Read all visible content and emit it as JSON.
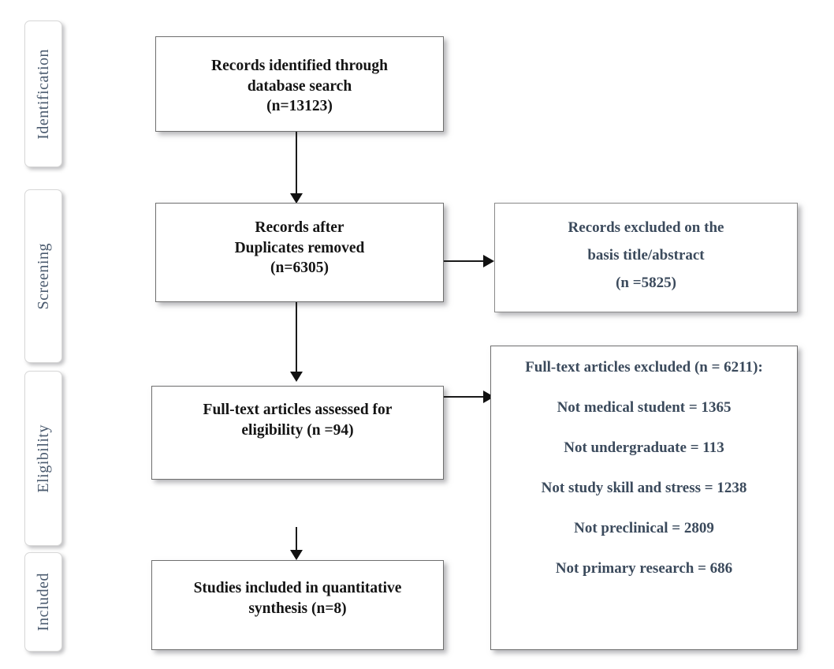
{
  "diagram": {
    "title": "PRISMA study selection flow diagram",
    "type": "flowchart",
    "text_color_primary": "#141414",
    "text_color_secondary": "#3b4a5c",
    "stage_label_color": "#4a5a6e"
  },
  "stages": [
    {
      "label": "Identification"
    },
    {
      "label": "Screening"
    },
    {
      "label": "Eligibility"
    },
    {
      "label": "Included"
    }
  ],
  "boxes": {
    "identified": {
      "line1": "Records identified through",
      "line2": "database search",
      "line3": "(n=13123)"
    },
    "duplicates_removed": {
      "line1": "Records after",
      "line2": "Duplicates removed",
      "line3": "(n=6305)"
    },
    "records_excluded": {
      "line1": "Records excluded on the",
      "line2": "basis title/abstract",
      "line3": "(n =5825)"
    },
    "fulltext_assessed": {
      "line1": "Full-text articles assessed for",
      "line2": "eligibility (n =94)"
    },
    "included": {
      "line1": "Studies included in quantitative",
      "line2": "synthesis (n=8)"
    },
    "fulltext_excluded": {
      "header": "Full-text articles excluded (n = 6211):",
      "reasons": [
        "Not medical student = 1365",
        "Not undergraduate = 113",
        "Not study skill and stress = 1238",
        "Not preclinical = 2809",
        "Not primary research = 686"
      ]
    }
  },
  "chart_data": {
    "type": "flowchart",
    "title": "PRISMA flow diagram",
    "nodes": [
      {
        "id": "identified",
        "stage": "Identification",
        "label": "Records identified through database search",
        "n": 13123
      },
      {
        "id": "duplicates_removed",
        "stage": "Screening",
        "label": "Records after Duplicates removed",
        "n": 6305
      },
      {
        "id": "records_excluded",
        "stage": "Screening",
        "label": "Records excluded on the basis title/abstract",
        "n": 5825
      },
      {
        "id": "fulltext_assessed",
        "stage": "Eligibility",
        "label": "Full-text articles assessed for eligibility",
        "n": 94
      },
      {
        "id": "fulltext_excluded",
        "stage": "Eligibility",
        "label": "Full-text articles excluded",
        "n": 6211
      },
      {
        "id": "included",
        "stage": "Included",
        "label": "Studies included in quantitative synthesis",
        "n": 8
      }
    ],
    "edges": [
      {
        "from": "identified",
        "to": "duplicates_removed",
        "direction": "down"
      },
      {
        "from": "duplicates_removed",
        "to": "records_excluded",
        "direction": "right"
      },
      {
        "from": "duplicates_removed",
        "to": "fulltext_assessed",
        "direction": "down"
      },
      {
        "from": "fulltext_assessed",
        "to": "fulltext_excluded",
        "direction": "right"
      },
      {
        "from": "fulltext_assessed",
        "to": "included",
        "direction": "down"
      }
    ],
    "exclusion_reasons": [
      {
        "reason": "Not medical student",
        "count": 1365
      },
      {
        "reason": "Not undergraduate",
        "count": 113
      },
      {
        "reason": "Not study skill and stress",
        "count": 1238
      },
      {
        "reason": "Not preclinical",
        "count": 2809
      },
      {
        "reason": "Not primary research",
        "count": 686
      }
    ]
  }
}
